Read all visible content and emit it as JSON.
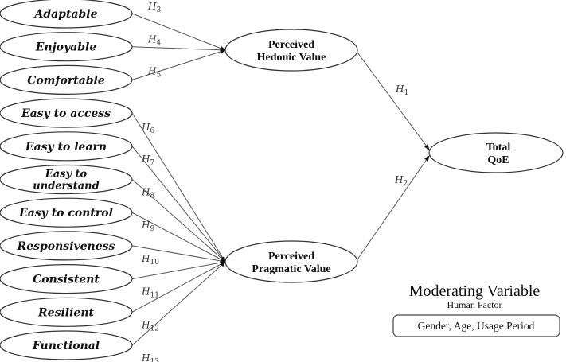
{
  "diagram": {
    "hedonic_factors": [
      {
        "label": "Adaptable",
        "hypothesis": "H",
        "sub": "3"
      },
      {
        "label": "Enjoyable",
        "hypothesis": "H",
        "sub": "4"
      },
      {
        "label": "Comfortable",
        "hypothesis": "H",
        "sub": "5"
      }
    ],
    "pragmatic_factors": [
      {
        "label": [
          "Easy to access"
        ],
        "hypothesis": "H",
        "sub": "6"
      },
      {
        "label": [
          "Easy to learn"
        ],
        "hypothesis": "H",
        "sub": "7"
      },
      {
        "label": [
          "Easy to",
          "understand"
        ],
        "hypothesis": "H",
        "sub": "8"
      },
      {
        "label": [
          "Easy to control"
        ],
        "hypothesis": "H",
        "sub": "9"
      },
      {
        "label": [
          "Responsiveness"
        ],
        "hypothesis": "H",
        "sub": "10"
      },
      {
        "label": [
          "Consistent"
        ],
        "hypothesis": "H",
        "sub": "11"
      },
      {
        "label": [
          "Resilient"
        ],
        "hypothesis": "H",
        "sub": "12"
      },
      {
        "label": [
          "Functional"
        ],
        "hypothesis": "H",
        "sub": "13"
      }
    ],
    "hedonic_value": {
      "line1": "Perceived",
      "line2": "Hedonic Value"
    },
    "pragmatic_value": {
      "line1": "Perceived",
      "line2": "Pragmatic Value"
    },
    "total_qoe": {
      "line1": "Total",
      "line2": "QoE"
    },
    "h1": {
      "hypothesis": "H",
      "sub": "1"
    },
    "h2": {
      "hypothesis": "H",
      "sub": "2"
    },
    "moderating": {
      "title": "Moderating Variable",
      "subtitle": "Human Factor",
      "box_text": "Gender, Age, Usage Period"
    }
  }
}
